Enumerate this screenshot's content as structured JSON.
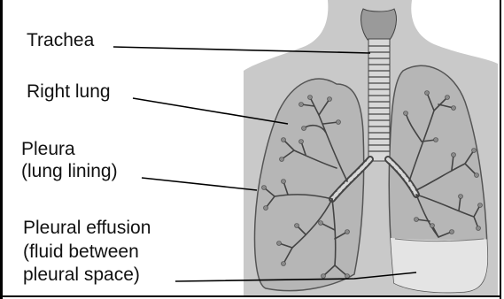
{
  "labels": {
    "trachea": "Trachea",
    "right_lung": "Right lung",
    "pleura_line1": "Pleura",
    "pleura_line2": "(lung lining)",
    "effusion_line1": "Pleural effusion",
    "effusion_line2": "(fluid between",
    "effusion_line3": "pleural space)"
  },
  "colors": {
    "background": "#ffffff",
    "body_silhouette": "#c9c9c9",
    "lung_fill": "#b6b6b6",
    "lung_outline": "#555555",
    "fluid": "#e4e4e4",
    "airways": "#444444",
    "leader_lines": "#000000"
  }
}
